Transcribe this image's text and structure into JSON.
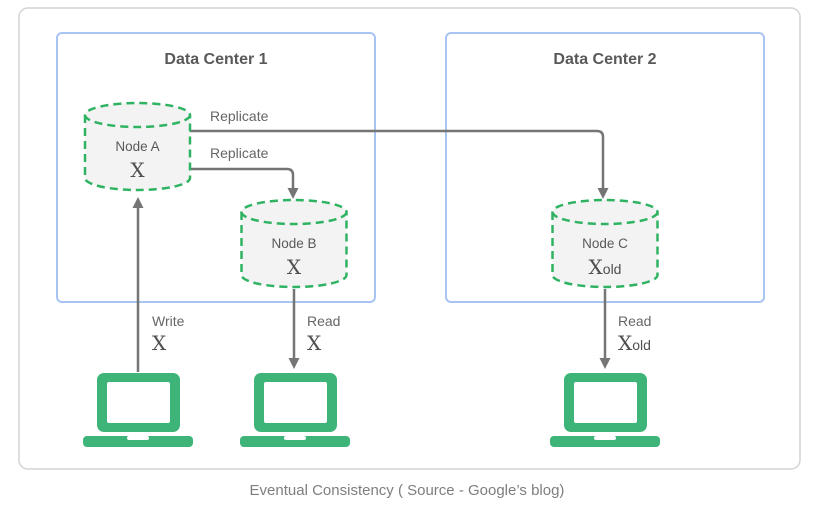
{
  "caption": "Eventual Consistency ( Source - Google’s blog)",
  "colors": {
    "laptop_green": "#3eb478",
    "cylinder_dash_green": "#2fb362",
    "data_center_border_blue": "#a7c4f5",
    "arrow_gray": "#757575",
    "label_gray": "#666666",
    "outer_border_gray": "#d4d4d4"
  },
  "data_centers": [
    {
      "title": "Data Center 1"
    },
    {
      "title": "Data Center 2"
    }
  ],
  "nodes": [
    {
      "name": "Node A",
      "value": "X",
      "value_suffix": ""
    },
    {
      "name": "Node B",
      "value": "X",
      "value_suffix": ""
    },
    {
      "name": "Node C",
      "value": "X",
      "value_suffix": "old"
    }
  ],
  "edges": {
    "replicate_to_dc2": {
      "label": "Replicate"
    },
    "replicate_to_node_b": {
      "label": "Replicate"
    },
    "write_to_node_a": {
      "label": "Write",
      "value": "X",
      "value_suffix": ""
    },
    "read_from_node_b": {
      "label": "Read",
      "value": "X",
      "value_suffix": ""
    },
    "read_from_node_c": {
      "label": "Read",
      "value": "X",
      "value_suffix": "old"
    }
  }
}
